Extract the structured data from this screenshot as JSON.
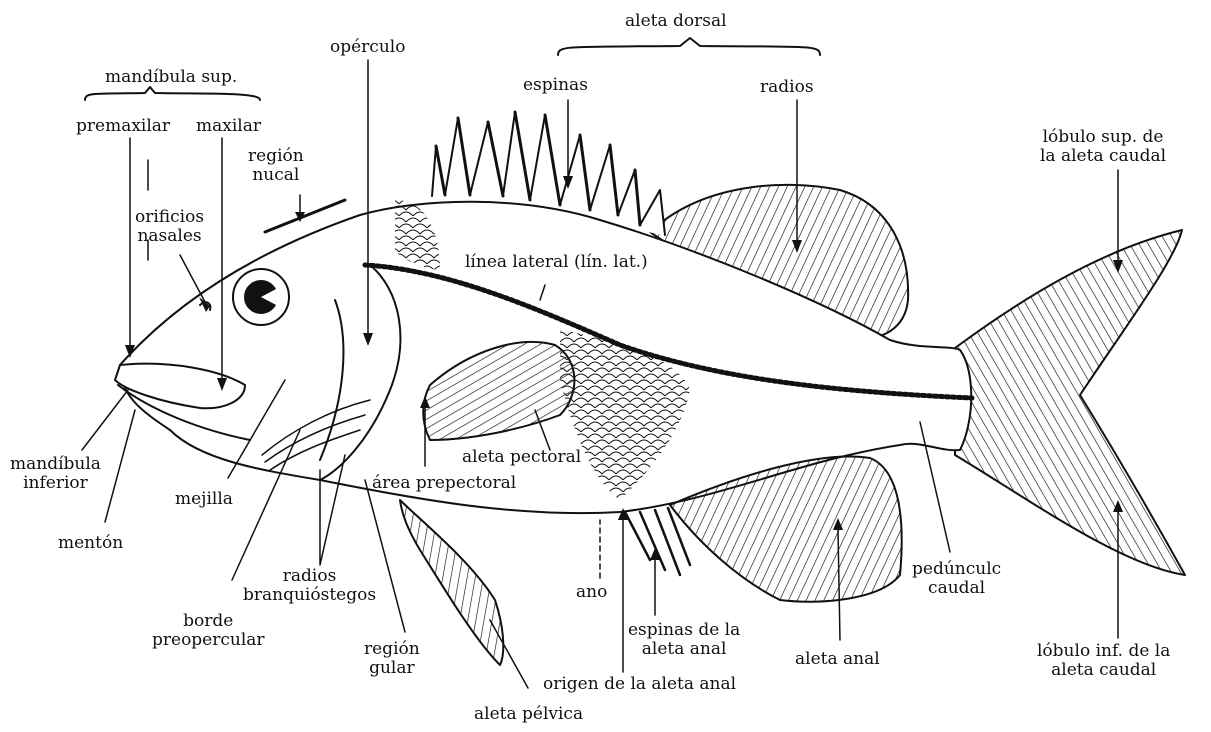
{
  "labels": {
    "mandibula_sup": "mandíbula sup.",
    "premaxilar": "premaxilar",
    "maxilar": "maxilar",
    "orificios_nasales": [
      "orificios",
      "nasales"
    ],
    "region_nucal": [
      "región",
      "nucal"
    ],
    "operculo": "opérculo",
    "aleta_dorsal": "aleta dorsal",
    "espinas": "espinas",
    "radios": "radios",
    "lobulo_sup": [
      "lóbulo sup. de",
      "la  aleta caudal"
    ],
    "linea_lateral": "línea lateral (lín. lat.)",
    "mandibula_inferior": [
      "mandíbula",
      "inferior"
    ],
    "menton": "mentón",
    "mejilla": "mejilla",
    "aleta_pectoral": "aleta pectoral",
    "area_prepectoral": "área prepectoral",
    "radios_branquiostegos": [
      "radios",
      "branquióstegos"
    ],
    "borde_preopercular": [
      "borde",
      "preopercular"
    ],
    "region_gular": [
      "región",
      "gular"
    ],
    "aleta_pelvica": "aleta pélvica",
    "ano": "ano",
    "espinas_aleta_anal": [
      "espinas de la",
      "aleta anal"
    ],
    "origen_aleta_anal": "origen de la aleta anal",
    "aleta_anal": "aleta anal",
    "pedunculo_caudal": [
      "pedúnculc",
      "caudal"
    ],
    "lobulo_inf": [
      "lóbulo inf. de la",
      "aleta caudal"
    ]
  },
  "colors": {
    "ink": "#111111",
    "background": "#ffffff"
  }
}
